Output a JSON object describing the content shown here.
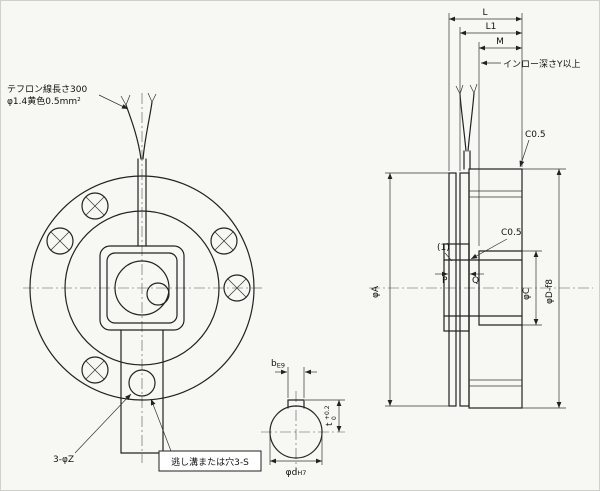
{
  "front": {
    "wire_note_line1": "テフロン線長さ300",
    "wire_note_line2": "φ1.4黄色0.5mm²",
    "hole_callout": "3-φZ",
    "relief_note": "逃し溝または穴3-S"
  },
  "side": {
    "dim_l": "L",
    "dim_l1": "L1",
    "dim_m": "M",
    "spigot_note": "インロー深さY以上",
    "chamfer_top": "C0.5",
    "chamfer_bore": "C0.5",
    "ref_mark": "(1)",
    "dim_p": "P",
    "dim_q": "Q",
    "dim_phi_a": "φA",
    "dim_phi_c": "φC",
    "dim_phi_d": "φD-f8"
  },
  "detail": {
    "dim_b_main": "b",
    "dim_b_tol": "E9",
    "dim_t_main": "t",
    "dim_t_tol_upper": "+0.2",
    "dim_t_tol_lower": "0",
    "dim_d_main": "φd",
    "dim_d_tol": "H7"
  }
}
